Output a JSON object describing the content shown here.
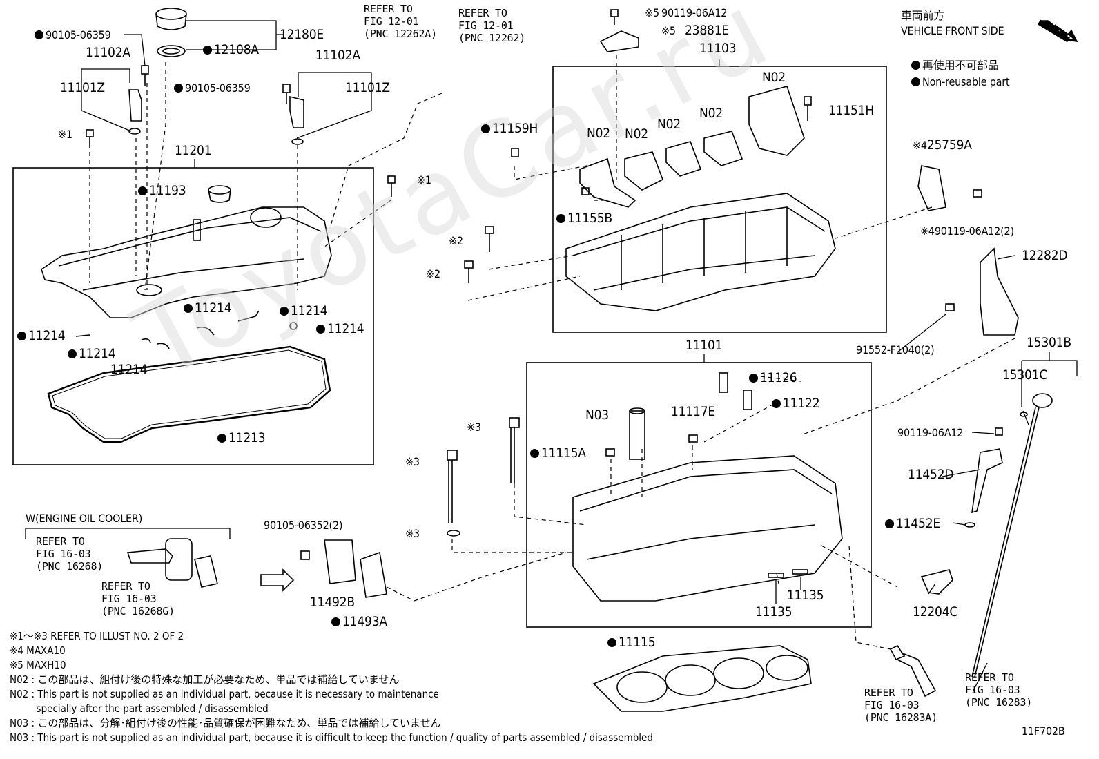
{
  "header": {
    "front_jp": "車両前方",
    "front_en": "VEHICLE FRONT SIDE",
    "legend_jp": "再使用不可部品",
    "legend_en": "Non-reusable part"
  },
  "watermark": "ToyotaCar.ru",
  "refs": {
    "r1": [
      "REFER TO",
      "FIG 12-01",
      "(PNC 12262A)"
    ],
    "r2": [
      "REFER TO",
      "FIG 12-01",
      "(PNC 12262)"
    ],
    "r3": [
      "REFER TO",
      "FIG 16-03",
      "(PNC 16268)"
    ],
    "r4": [
      "REFER TO",
      "FIG 16-03",
      "(PNC 16268G)"
    ],
    "r5": [
      "REFER TO",
      "FIG 16-03",
      "(PNC 16283A)"
    ],
    "r6": [
      "REFER TO",
      "FIG 16-03",
      "(PNC 16283)"
    ]
  },
  "oil_cooler_label": "W(ENGINE OIL COOLER)",
  "parts": {
    "p12180E": "12180E",
    "p12108A": "12108A",
    "p90105_06359_a": "90105-06359",
    "p90105_06359_b": "90105-06359",
    "p11102A_a": "11102A",
    "p11102A_b": "11102A",
    "p11101Z_a": "11101Z",
    "p11101Z_b": "11101Z",
    "p11201": "11201",
    "p11193": "11193",
    "p11214_1": "11214",
    "p11214_2": "11214",
    "p11214_3": "11214",
    "p11214_4": "11214",
    "p11214_5": "11214",
    "p11214_6": "11214",
    "p11213": "11213",
    "p90119_06A12_top": "90119-06A12",
    "p23881E": "23881E",
    "p11103": "11103",
    "p11159H": "11159H",
    "p11155B": "11155B",
    "p11151H": "11151H",
    "n02_1": "N02",
    "n02_2": "N02",
    "n02_3": "N02",
    "n02_4": "N02",
    "n02_5": "N02",
    "p25759A": "25759A",
    "p90119_06A12_2": "90119-06A12(2)",
    "p12282D": "12282D",
    "p91552": "91552-F1040(2)",
    "p15301B": "15301B",
    "p15301C": "15301C",
    "p11101": "11101",
    "p11126": "11126",
    "p11122": "11122",
    "n03": "N03",
    "p11117E": "11117E",
    "p11115A": "11115A",
    "p90119_06A12_r": "90119-06A12",
    "p11452D": "11452D",
    "p11452E": "11452E",
    "p12204C": "12204C",
    "p11135_a": "11135",
    "p11135_b": "11135",
    "p11115": "11115",
    "p90105_06352": "90105-06352(2)",
    "p11492B": "11492B",
    "p11493A": "11493A"
  },
  "marks": {
    "m1a": "※1",
    "m1b": "※1",
    "m2a": "※2",
    "m2b": "※2",
    "m3a": "※3",
    "m3b": "※3",
    "m3c": "※3",
    "m4a": "※4",
    "m4b": "※4",
    "m5a": "※5",
    "m5b": "※5"
  },
  "notes": [
    "※1～※3  REFER TO ILLUST NO. 2 OF 2",
    "※4 MAXA10",
    "※5 MAXH10",
    "N02 : この部品は、組付け後の特殊な加工が必要なため、単品では補給していません",
    "N02 : This part is not supplied as an individual part, because it is necessary to maintenance",
    "         specially after the part assembled / disassembled",
    "N03 : この部品は、分解･組付け後の性能･品質確保が困難なため、単品では補給していません",
    "N03 : This part is not supplied as an individual part, because it is difficult to keep the function / quality of parts  assembled / disassembled"
  ],
  "figure_id": "11F702B"
}
